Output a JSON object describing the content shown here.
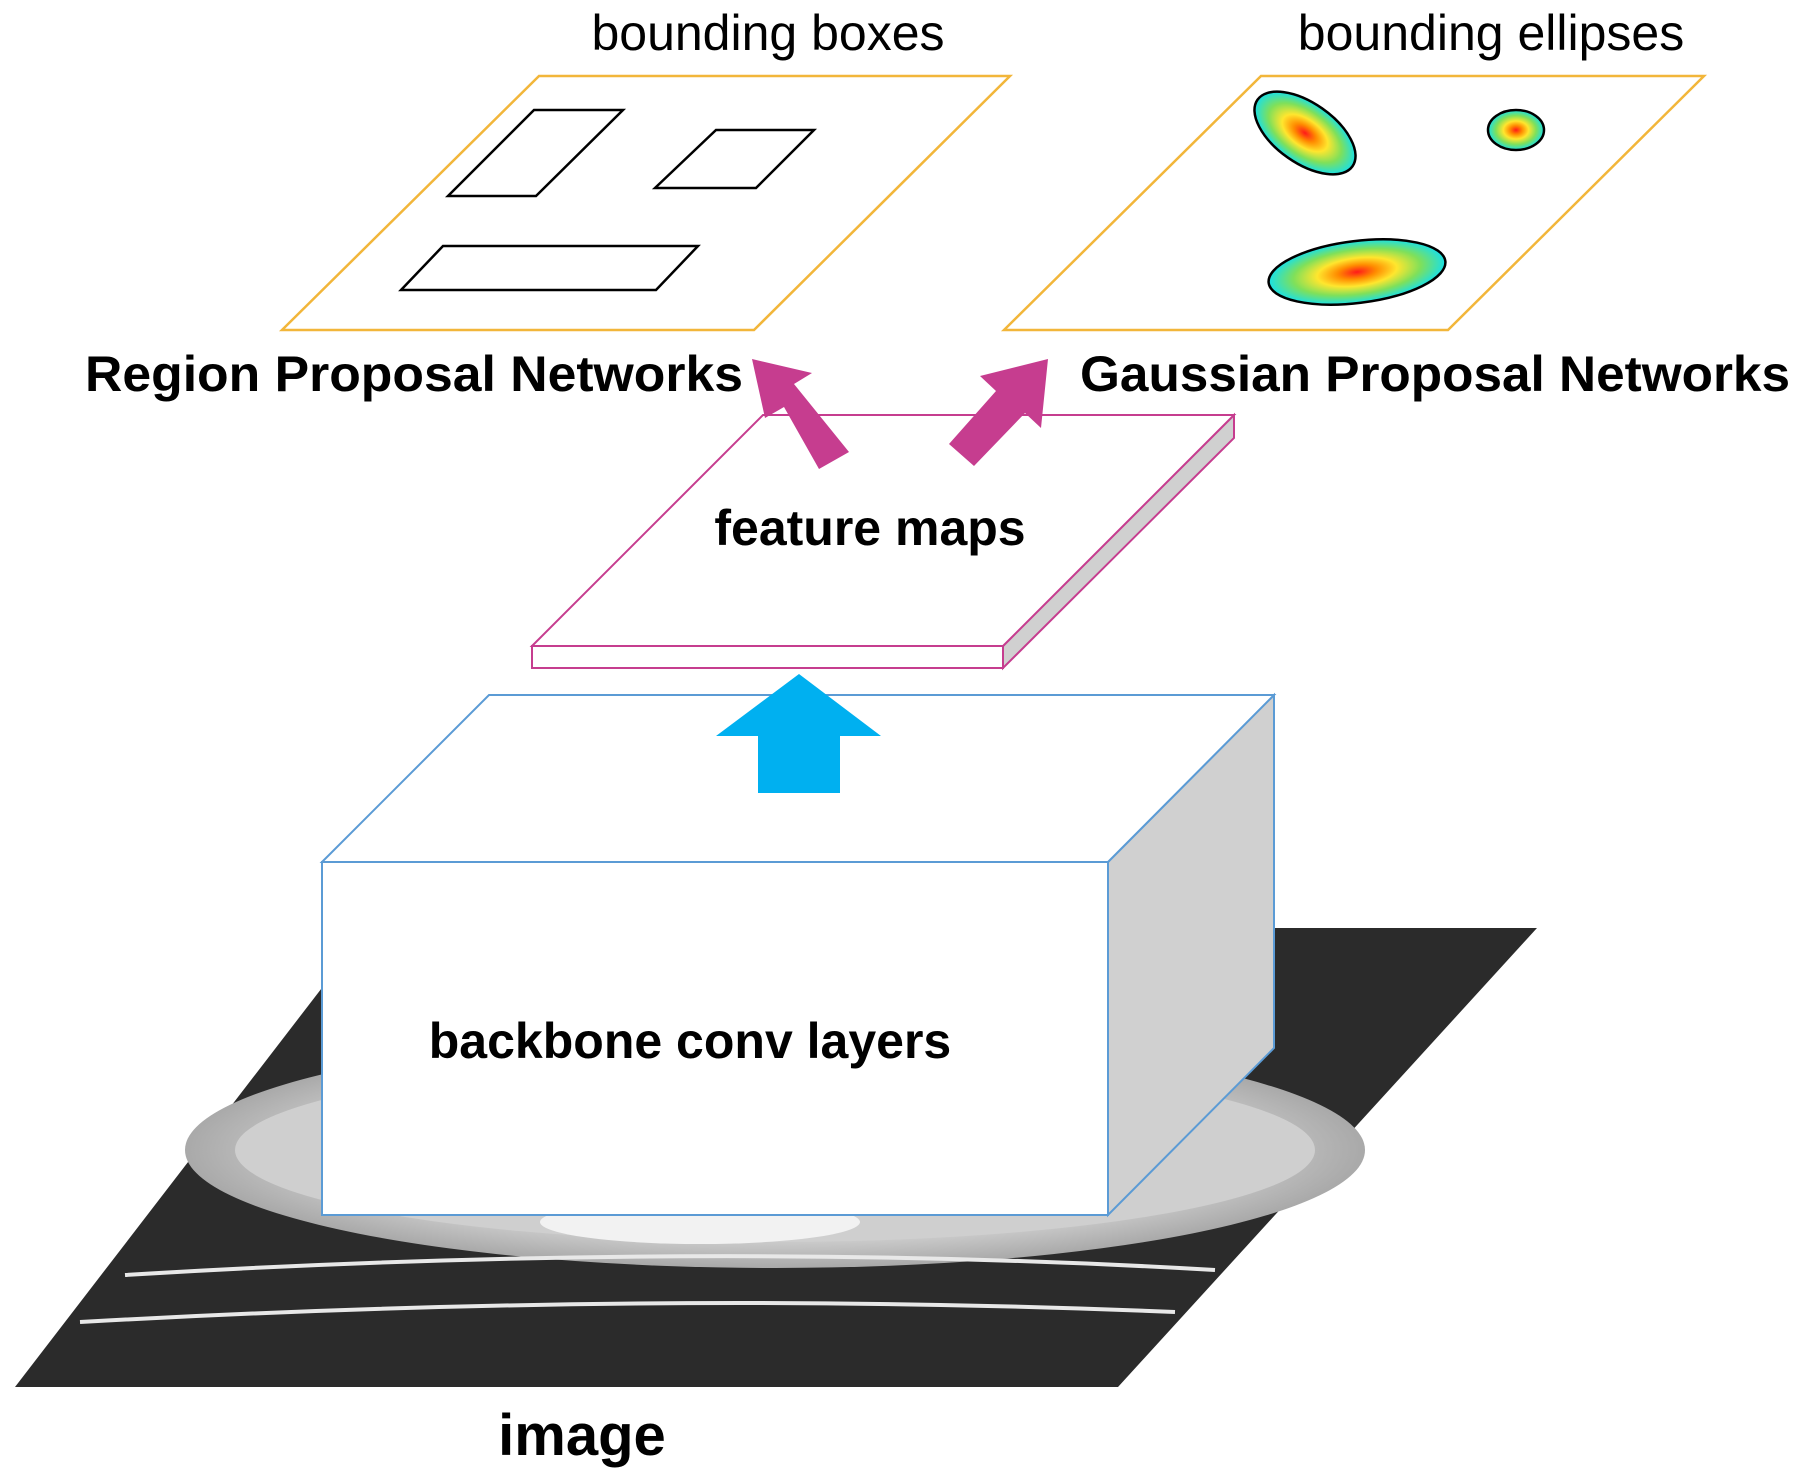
{
  "labels": {
    "bounding_boxes": "bounding boxes",
    "bounding_ellipses": "bounding ellipses",
    "rpn": "Region Proposal Networks",
    "gpn": "Gaussian Proposal Networks",
    "feature_maps": "feature maps",
    "backbone": "backbone conv layers",
    "image": "image"
  },
  "colors": {
    "plane_border": "#f2b63a",
    "feature_border": "#c63d8f",
    "backbone_border": "#5b9bd5",
    "side_face": "#d0d0d0",
    "pink_arrow": "#c63d8f",
    "blue_arrow": "#00b0f0",
    "image_background": "#2b2b2b"
  }
}
